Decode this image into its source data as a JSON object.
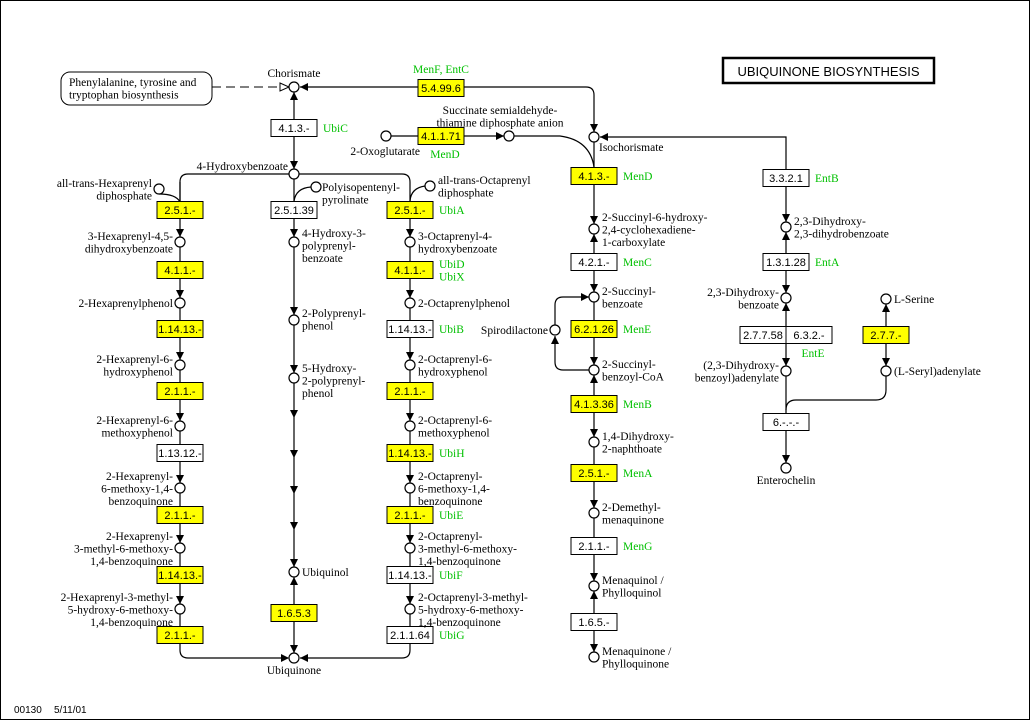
{
  "title": "UBIQUINONE BIOSYNTHESIS",
  "footer": {
    "map_id": "00130",
    "date": "5/11/01"
  },
  "linked_map": {
    "lines": [
      "Phenylalanine, tyrosine and",
      "tryptophan biosynthesis"
    ]
  },
  "colors": {
    "highlight": "#ffff00",
    "gene": "#00c000",
    "line": "#000000"
  },
  "enzymes": [
    {
      "ec": "4.1.3.-",
      "genes": [
        "UbiC"
      ],
      "highlighted": false
    },
    {
      "ec": "5.4.99.6",
      "genes": [
        "MenF, EntC"
      ],
      "highlighted": true
    },
    {
      "ec": "4.1.1.71",
      "genes": [
        "MenD"
      ],
      "highlighted": true
    },
    {
      "ec": "2.5.1.-",
      "genes": [],
      "highlighted": true
    },
    {
      "ec": "2.5.1.39",
      "genes": [],
      "highlighted": false
    },
    {
      "ec": "2.5.1.-",
      "genes": [
        "UbiA"
      ],
      "highlighted": true
    },
    {
      "ec": "4.1.1.-",
      "genes": [],
      "highlighted": true
    },
    {
      "ec": "4.1.1.-",
      "genes": [
        "UbiD",
        "UbiX"
      ],
      "highlighted": true
    },
    {
      "ec": "1.14.13.-",
      "genes": [],
      "highlighted": true
    },
    {
      "ec": "1.14.13.-",
      "genes": [
        "UbiB"
      ],
      "highlighted": false
    },
    {
      "ec": "2.1.1.-",
      "genes": [],
      "highlighted": true
    },
    {
      "ec": "2.1.1.-",
      "genes": [],
      "highlighted": true
    },
    {
      "ec": "1.13.12.-",
      "genes": [],
      "highlighted": false
    },
    {
      "ec": "1.14.13.-",
      "genes": [
        "UbiH"
      ],
      "highlighted": true
    },
    {
      "ec": "2.1.1.-",
      "genes": [],
      "highlighted": true
    },
    {
      "ec": "2.1.1.-",
      "genes": [
        "UbiE"
      ],
      "highlighted": true
    },
    {
      "ec": "1.14.13.-",
      "genes": [],
      "highlighted": true
    },
    {
      "ec": "1.14.13.-",
      "genes": [
        "UbiF"
      ],
      "highlighted": false
    },
    {
      "ec": "2.1.1.-",
      "genes": [],
      "highlighted": true
    },
    {
      "ec": "1.6.5.3",
      "genes": [],
      "highlighted": true
    },
    {
      "ec": "2.1.1.64",
      "genes": [
        "UbiG"
      ],
      "highlighted": false
    },
    {
      "ec": "4.1.3.-",
      "genes": [
        "MenD"
      ],
      "highlighted": true
    },
    {
      "ec": "4.2.1.-",
      "genes": [
        "MenC"
      ],
      "highlighted": false
    },
    {
      "ec": "6.2.1.26",
      "genes": [
        "MenE"
      ],
      "highlighted": true
    },
    {
      "ec": "4.1.3.36",
      "genes": [
        "MenB"
      ],
      "highlighted": true
    },
    {
      "ec": "2.5.1.-",
      "genes": [
        "MenA"
      ],
      "highlighted": true
    },
    {
      "ec": "2.1.1.-",
      "genes": [
        "MenG"
      ],
      "highlighted": false
    },
    {
      "ec": "1.6.5.-",
      "genes": [],
      "highlighted": false
    },
    {
      "ec": "3.3.2.1",
      "genes": [
        "EntB"
      ],
      "highlighted": false
    },
    {
      "ec": "1.3.1.28",
      "genes": [
        "EntA"
      ],
      "highlighted": false
    },
    {
      "ec": "2.7.7.58",
      "genes": [],
      "highlighted": false
    },
    {
      "ec": "6.3.2.-",
      "genes": [
        "EntE"
      ],
      "highlighted": false
    },
    {
      "ec": "2.7.7.-",
      "genes": [],
      "highlighted": true
    },
    {
      "ec": "6.-.-.-",
      "genes": [],
      "highlighted": false
    }
  ],
  "compounds": [
    {
      "lines": [
        "Chorismate"
      ]
    },
    {
      "lines": [
        "4-Hydroxybenzoate"
      ]
    },
    {
      "lines": [
        "all-trans-Hexaprenyl",
        "diphosphate"
      ]
    },
    {
      "lines": [
        "Polyisopentenyl-",
        "pyrolinate"
      ]
    },
    {
      "lines": [
        "all-trans-Octaprenyl",
        "diphosphate"
      ]
    },
    {
      "lines": [
        "3-Hexaprenyl-4,5-",
        "dihydroxybenzoate"
      ]
    },
    {
      "lines": [
        "4-Hydroxy-3-",
        "polyprenyl-",
        "benzoate"
      ]
    },
    {
      "lines": [
        "3-Octaprenyl-4-",
        "hydroxybenzoate"
      ]
    },
    {
      "lines": [
        "2-Hexaprenylphenol"
      ]
    },
    {
      "lines": [
        "2-Polyprenyl-",
        "phenol"
      ]
    },
    {
      "lines": [
        "2-Octaprenylphenol"
      ]
    },
    {
      "lines": [
        "2-Hexaprenyl-6-",
        "hydroxyphenol"
      ]
    },
    {
      "lines": [
        "5-Hydroxy-",
        "2-polyprenyl-",
        "phenol"
      ]
    },
    {
      "lines": [
        "2-Octaprenyl-6-",
        "hydroxyphenol"
      ]
    },
    {
      "lines": [
        "2-Hexaprenyl-6-",
        "methoxyphenol"
      ]
    },
    {
      "lines": [
        "2-Octaprenyl-6-",
        "methoxyphenol"
      ]
    },
    {
      "lines": [
        "2-Hexaprenyl-",
        "6-methoxy-1,4-",
        "benzoquinone"
      ]
    },
    {
      "lines": [
        "2-Octaprenyl-",
        "6-methoxy-1,4-",
        "benzoquinone"
      ]
    },
    {
      "lines": [
        "2-Hexaprenyl-",
        "3-methyl-6-methoxy-",
        "1,4-benzoquinone"
      ]
    },
    {
      "lines": [
        "Ubiquinol"
      ]
    },
    {
      "lines": [
        "2-Octaprenyl-",
        "3-methyl-6-methoxy-",
        "1,4-benzoquinone"
      ]
    },
    {
      "lines": [
        "2-Hexaprenyl-3-methyl-",
        "5-hydroxy-6-methoxy-",
        "1,4-benzoquinone"
      ]
    },
    {
      "lines": [
        "2-Octaprenyl-3-methyl-",
        "5-hydroxy-6-methoxy-",
        "1,4-benzoquinone"
      ]
    },
    {
      "lines": [
        "Ubiquinone"
      ]
    },
    {
      "lines": [
        "2-Oxoglutarate"
      ]
    },
    {
      "lines": [
        "Succinate semialdehyde-",
        "thiamine diphosphate anion"
      ]
    },
    {
      "lines": [
        "Isochorismate"
      ]
    },
    {
      "lines": [
        "2-Succinyl-6-hydroxy-",
        "2,4-cyclohexadiene-",
        "1-carboxylate"
      ]
    },
    {
      "lines": [
        "2-Succinyl-",
        "benzoate"
      ]
    },
    {
      "lines": [
        "Spirodilactone"
      ]
    },
    {
      "lines": [
        "2-Succinyl-",
        "benzoyl-CoA"
      ]
    },
    {
      "lines": [
        "1,4-Dihydroxy-",
        "2-naphthoate"
      ]
    },
    {
      "lines": [
        "2-Demethyl-",
        "menaquinone"
      ]
    },
    {
      "lines": [
        "Menaquinol /",
        "Phylloquinol"
      ]
    },
    {
      "lines": [
        "Menaquinone /",
        "Phylloquinone"
      ]
    },
    {
      "lines": [
        "2,3-Dihydroxy-",
        "2,3-dihydrobenzoate"
      ]
    },
    {
      "lines": [
        "2,3-Dihydroxy-",
        "benzoate"
      ]
    },
    {
      "lines": [
        "(2,3-Dihydroxy-",
        "benzoyl)adenylate"
      ]
    },
    {
      "lines": [
        "Enterochelin"
      ]
    },
    {
      "lines": [
        "L-Serine"
      ]
    },
    {
      "lines": [
        "(L-Seryl)adenylate"
      ]
    }
  ]
}
